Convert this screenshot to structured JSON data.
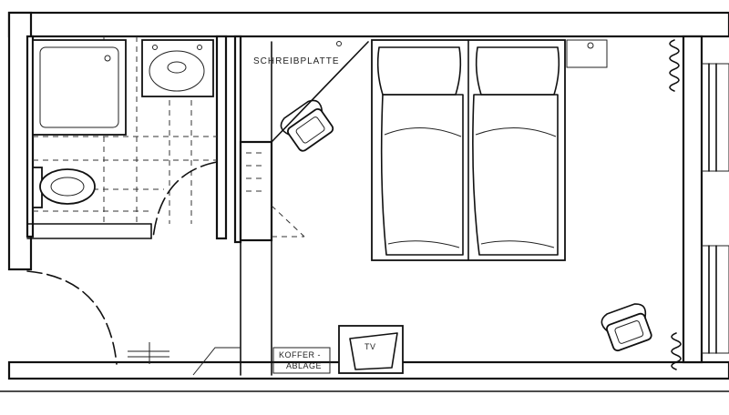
{
  "labels": {
    "desk": "SCHREIBPLATTE",
    "tv": "TV",
    "luggage_line1": "KOFFER -",
    "luggage_line2": "ABLAGE"
  },
  "colors": {
    "line": "#111111",
    "background": "#ffffff"
  },
  "icons": {
    "bed": "double-bed-icon",
    "armchair": "armchair-icon",
    "shower": "shower-tray-icon",
    "sink": "washbasin-icon",
    "toilet": "toilet-icon",
    "heater": "radiator-icon",
    "tv": "tv-cabinet-icon"
  }
}
